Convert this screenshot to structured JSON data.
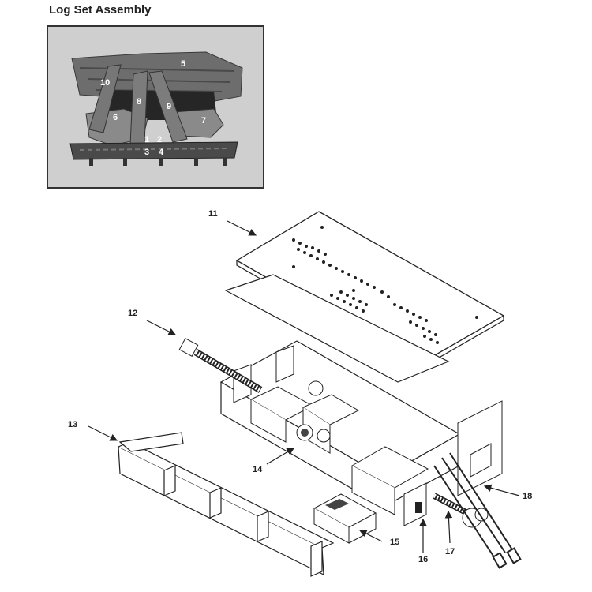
{
  "title": "Log Set Assembly",
  "photo_labels": {
    "l1": "1",
    "l2": "2",
    "l3": "3",
    "l4": "4",
    "l5": "5",
    "l6": "6",
    "l7": "7",
    "l8": "8",
    "l9": "9",
    "l10": "10"
  },
  "callouts": {
    "c11": "11",
    "c12": "12",
    "c13": "13",
    "c14": "14",
    "c15": "15",
    "c16": "16",
    "c17": "17",
    "c18": "18"
  }
}
